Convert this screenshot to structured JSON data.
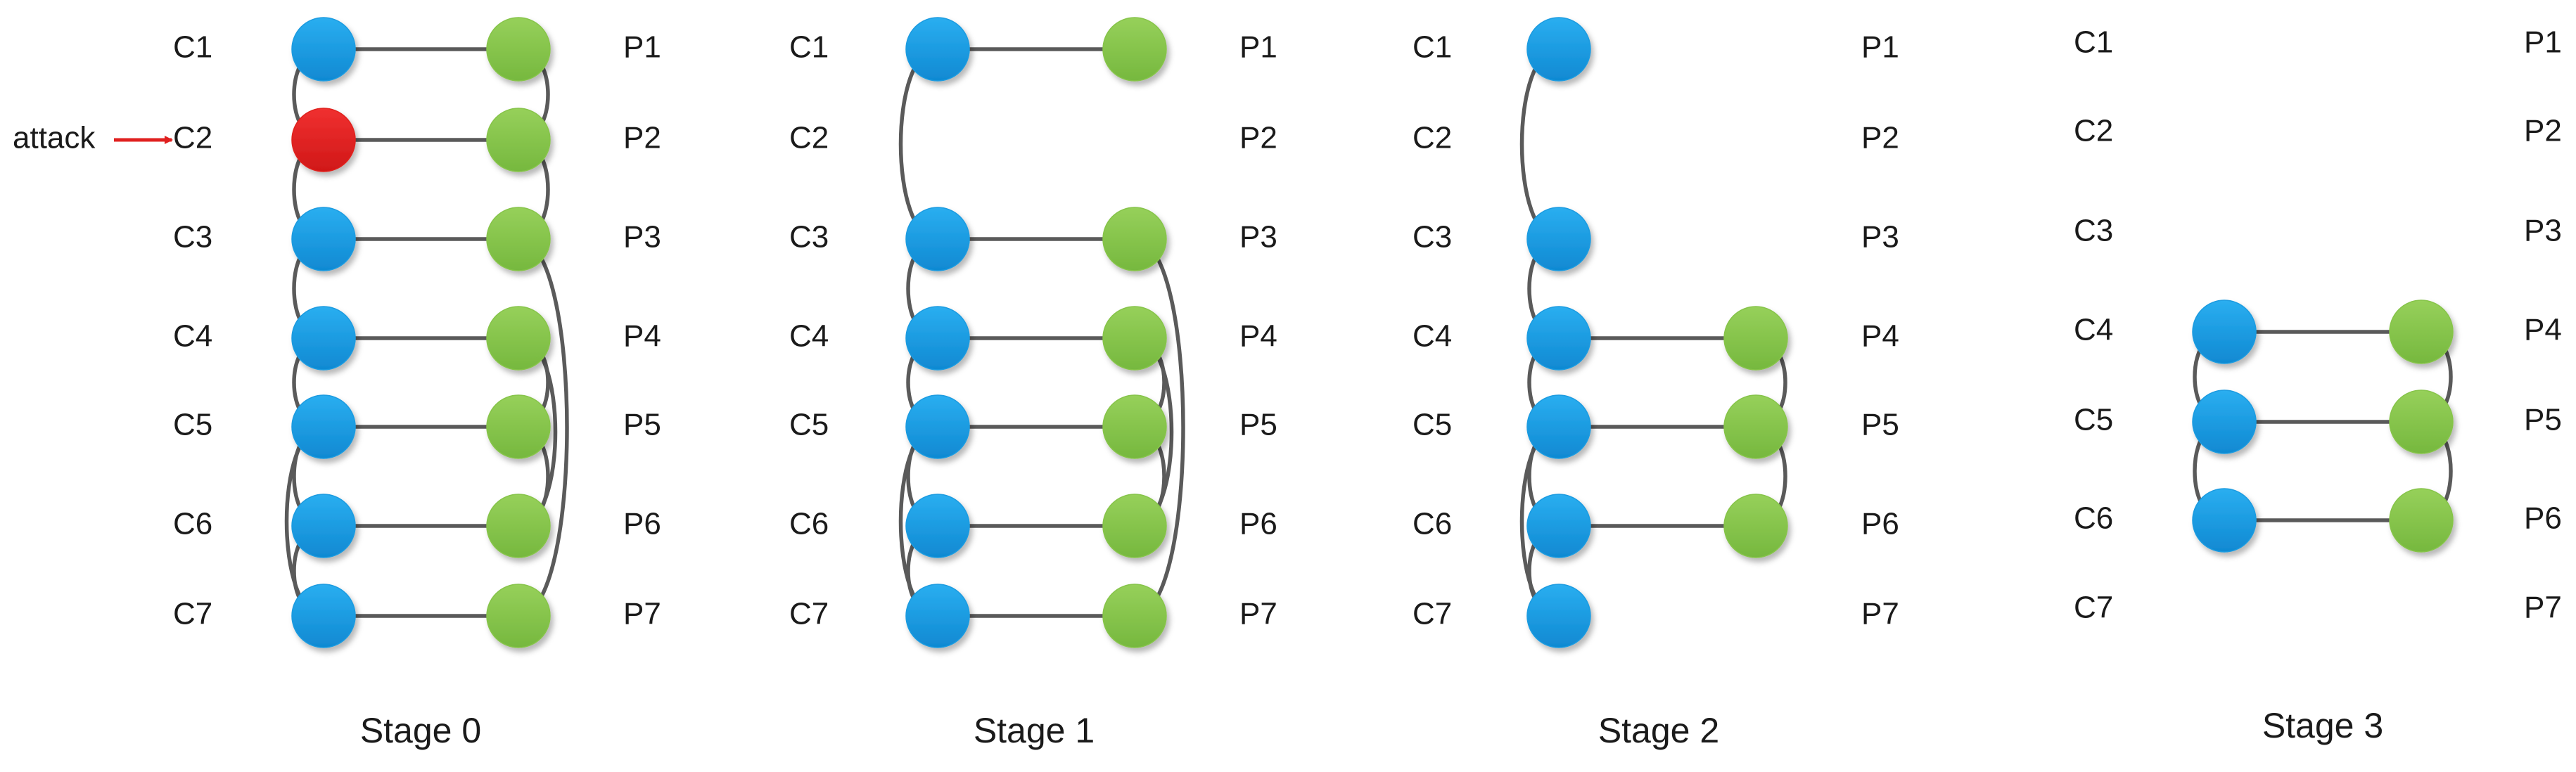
{
  "figure": {
    "attack_label": "attack",
    "colors": {
      "cyber_node": "#1a9be0",
      "power_node": "#86c44a",
      "attacked_node": "#e0201f",
      "link": "#5a5a5a",
      "arrow": "#e0201f",
      "text": "#1a1a1a"
    }
  },
  "stages": [
    {
      "title": "Stage 0",
      "c_labels": [
        "C1",
        "C2",
        "C3",
        "C4",
        "C5",
        "C6",
        "C7"
      ],
      "p_labels": [
        "P1",
        "P2",
        "P3",
        "P4",
        "P5",
        "P6",
        "P7"
      ],
      "c_nodes": [
        1,
        2,
        3,
        4,
        5,
        6,
        7
      ],
      "p_nodes": [
        1,
        2,
        3,
        4,
        5,
        6,
        7
      ],
      "attacked": [
        2
      ],
      "cp_links": [
        [
          1,
          1
        ],
        [
          2,
          2
        ],
        [
          3,
          3
        ],
        [
          4,
          4
        ],
        [
          5,
          5
        ],
        [
          6,
          6
        ],
        [
          7,
          7
        ]
      ],
      "c_links": [
        [
          1,
          2
        ],
        [
          2,
          3
        ],
        [
          3,
          4
        ],
        [
          4,
          5
        ],
        [
          5,
          6
        ],
        [
          6,
          7
        ],
        [
          5,
          7
        ]
      ],
      "p_links": [
        [
          1,
          2
        ],
        [
          2,
          3
        ],
        [
          3,
          7
        ],
        [
          4,
          5
        ],
        [
          4,
          6
        ],
        [
          5,
          6
        ]
      ]
    },
    {
      "title": "Stage 1",
      "c_labels": [
        "C1",
        "C2",
        "C3",
        "C4",
        "C5",
        "C6",
        "C7"
      ],
      "p_labels": [
        "P1",
        "P2",
        "P3",
        "P4",
        "P5",
        "P6",
        "P7"
      ],
      "c_nodes": [
        1,
        3,
        4,
        5,
        6,
        7
      ],
      "p_nodes": [
        1,
        3,
        4,
        5,
        6,
        7
      ],
      "attacked": [],
      "cp_links": [
        [
          1,
          1
        ],
        [
          3,
          3
        ],
        [
          4,
          4
        ],
        [
          5,
          5
        ],
        [
          6,
          6
        ],
        [
          7,
          7
        ]
      ],
      "c_links": [
        [
          1,
          3
        ],
        [
          3,
          4
        ],
        [
          4,
          5
        ],
        [
          5,
          6
        ],
        [
          6,
          7
        ],
        [
          5,
          7
        ]
      ],
      "p_links": [
        [
          3,
          7
        ],
        [
          4,
          5
        ],
        [
          4,
          6
        ],
        [
          5,
          6
        ]
      ]
    },
    {
      "title": "Stage 2",
      "c_labels": [
        "C1",
        "C2",
        "C3",
        "C4",
        "C5",
        "C6",
        "C7"
      ],
      "p_labels": [
        "P1",
        "P2",
        "P3",
        "P4",
        "P5",
        "P6",
        "P7"
      ],
      "c_nodes": [
        1,
        3,
        4,
        5,
        6,
        7
      ],
      "p_nodes": [
        4,
        5,
        6
      ],
      "attacked": [],
      "cp_links": [
        [
          4,
          4
        ],
        [
          5,
          5
        ],
        [
          6,
          6
        ]
      ],
      "c_links": [
        [
          1,
          3
        ],
        [
          3,
          4
        ],
        [
          4,
          5
        ],
        [
          5,
          6
        ],
        [
          6,
          7
        ],
        [
          5,
          7
        ]
      ],
      "p_links": [
        [
          4,
          5
        ],
        [
          5,
          6
        ]
      ]
    },
    {
      "title": "Stage 3",
      "c_labels": [
        "C1",
        "C2",
        "C3",
        "C4",
        "C5",
        "C6",
        "C7"
      ],
      "p_labels": [
        "P1",
        "P2",
        "P3",
        "P4",
        "P5",
        "P6",
        "P7"
      ],
      "c_nodes": [
        4,
        5,
        6
      ],
      "p_nodes": [
        4,
        5,
        6
      ],
      "attacked": [],
      "cp_links": [
        [
          4,
          4
        ],
        [
          5,
          5
        ],
        [
          6,
          6
        ]
      ],
      "c_links": [
        [
          4,
          5
        ],
        [
          5,
          6
        ]
      ],
      "p_links": [
        [
          4,
          5
        ],
        [
          5,
          6
        ]
      ]
    }
  ]
}
